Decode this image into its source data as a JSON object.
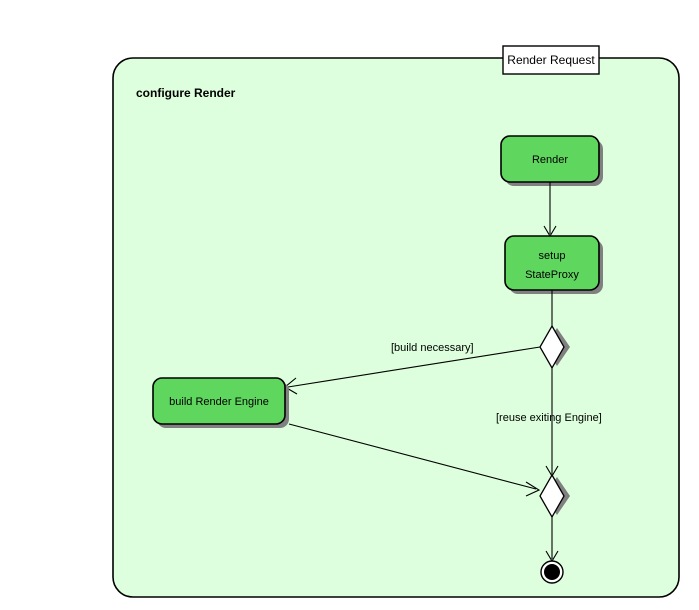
{
  "diagram": {
    "type": "uml-activity-diagram",
    "partition_title": "configure Render",
    "entry_point": {
      "label": "Render Request"
    },
    "activities": [
      {
        "id": "render",
        "label": "Render"
      },
      {
        "id": "setup-state-proxy",
        "label_line1": "setup",
        "label_line2": "StateProxy"
      },
      {
        "id": "build-render-engine",
        "label": "build Render Engine"
      }
    ],
    "guards": [
      {
        "id": "build-necessary",
        "label": "[build necessary]"
      },
      {
        "id": "reuse-exiting-engine",
        "label": "[reuse exiting Engine]"
      }
    ],
    "colors": {
      "partition_fill": "#ddffdd",
      "activity_fill": "#5fd75f",
      "shadow": "#808080",
      "stroke": "#000000",
      "decision_fill": "#ffffff",
      "entry_fill": "#ffffff",
      "final_fill": "#000000"
    }
  }
}
